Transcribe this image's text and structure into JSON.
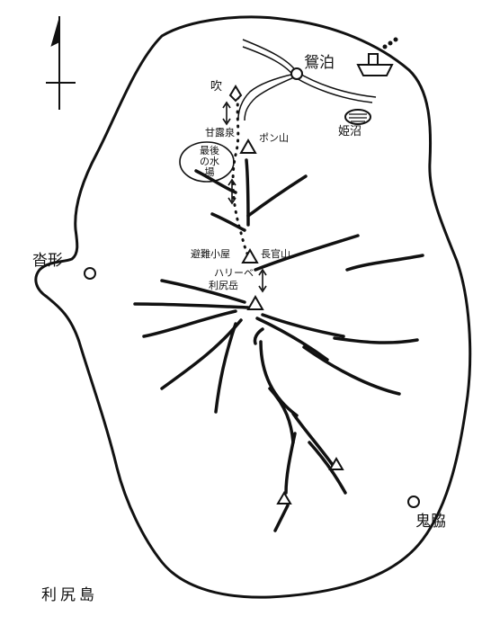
{
  "map": {
    "places": {
      "oshidomari": "鴛泊",
      "himenuma": "姫沼",
      "kutsugata": "沓形",
      "oniwaki": "鬼脇",
      "nagahama": "長官山",
      "summit_refuge": "利尻岳",
      "pon_yama": "ポン山",
      "kanrosen": "甘露泉",
      "last_water": "最後の水場",
      "trail_marker": "吹",
      "peak_side": "避難小屋",
      "jikkan": "ハリーベ"
    },
    "island_name": "利尻島",
    "colors": {
      "ink": "#111111",
      "paper": "#ffffff"
    }
  }
}
